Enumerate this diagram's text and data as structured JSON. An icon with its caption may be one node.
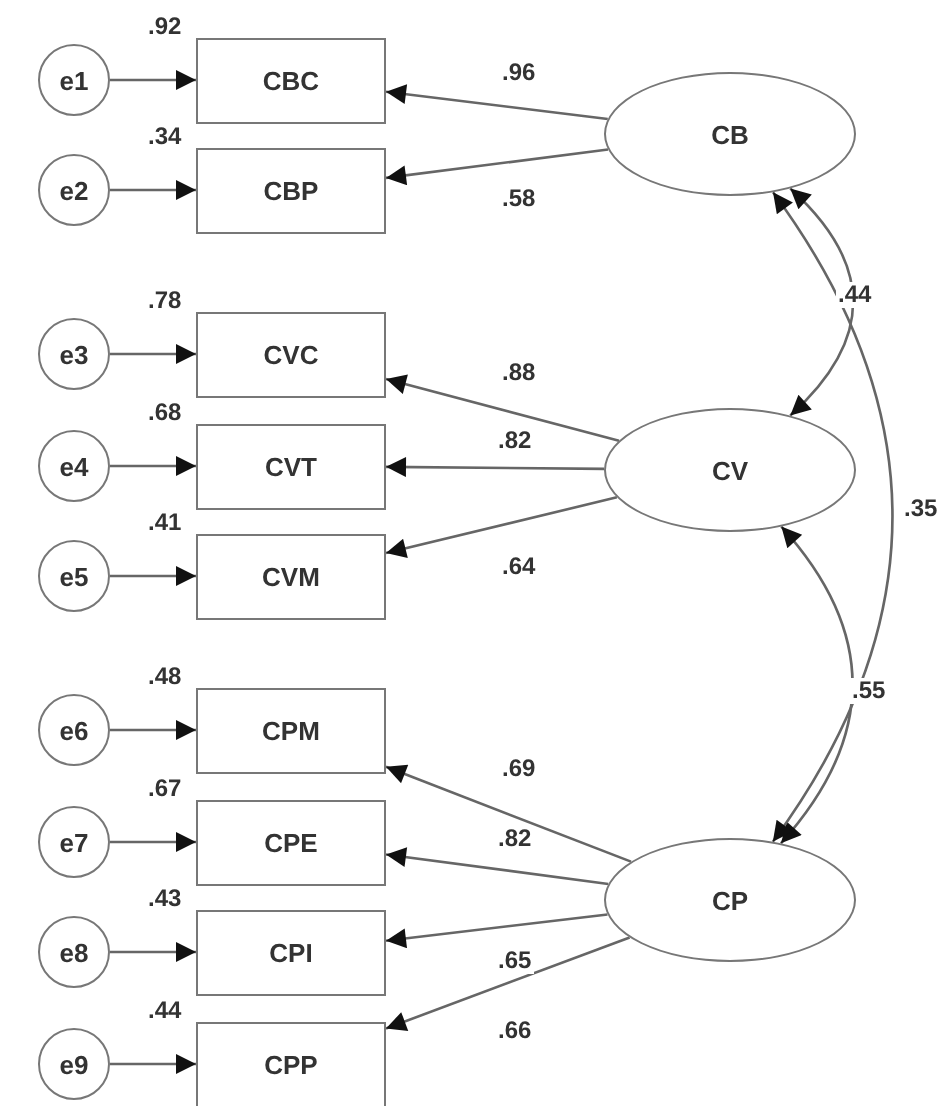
{
  "diagram": {
    "nodes": [
      {
        "text": [
          "e1"
        ]
      },
      {
        "text": [
          "e2"
        ]
      },
      {
        "text": [
          "e3"
        ]
      },
      {
        "text": [
          "e4"
        ]
      },
      {
        "text": [
          "e5"
        ]
      },
      {
        "text": [
          "e6"
        ]
      },
      {
        "text": [
          "e7"
        ]
      },
      {
        "text": [
          "e8"
        ]
      },
      {
        "text": [
          "e9"
        ]
      },
      {
        "text": [
          "CBC"
        ],
        "beside": [
          ".92"
        ]
      },
      {
        "text": [
          "CBP"
        ],
        "beside": [
          ".34"
        ]
      },
      {
        "text": [
          "CVC"
        ],
        "beside": [
          ".78"
        ]
      },
      {
        "text": [
          "CVT"
        ],
        "beside": [
          ".68"
        ]
      },
      {
        "text": [
          "CVM"
        ],
        "beside": [
          ".41"
        ]
      },
      {
        "text": [
          "CPM"
        ],
        "beside": [
          ".48"
        ]
      },
      {
        "text": [
          "CPE"
        ],
        "beside": [
          ".67"
        ]
      },
      {
        "text": [
          "CPI"
        ],
        "beside": [
          ".43"
        ]
      },
      {
        "text": [
          "CPP"
        ],
        "beside": [
          ".44"
        ]
      },
      {
        "text": [
          "CB"
        ]
      },
      {
        "text": [
          "CV"
        ]
      },
      {
        "text": [
          "CP"
        ]
      }
    ],
    "edges": [
      {
        "from": 0,
        "to": 9,
        "arrow": "to"
      },
      {
        "from": 1,
        "to": 10,
        "arrow": "to"
      },
      {
        "from": 2,
        "to": 11,
        "arrow": "to"
      },
      {
        "from": 3,
        "to": 12,
        "arrow": "to"
      },
      {
        "from": 4,
        "to": 13,
        "arrow": "to"
      },
      {
        "from": 5,
        "to": 14,
        "arrow": "to"
      },
      {
        "from": 6,
        "to": 15,
        "arrow": "to"
      },
      {
        "from": 7,
        "to": 16,
        "arrow": "to"
      },
      {
        "from": 8,
        "to": 17,
        "arrow": "to"
      },
      {
        "from": 18,
        "to": 9,
        "arrow": "to",
        "label": ".96"
      },
      {
        "from": 18,
        "to": 10,
        "arrow": "to",
        "label": ".58"
      },
      {
        "from": 19,
        "to": 11,
        "arrow": "to",
        "label": ".88"
      },
      {
        "from": 19,
        "to": 12,
        "arrow": "to",
        "label": ".82"
      },
      {
        "from": 19,
        "to": 13,
        "arrow": "to",
        "label": ".64"
      },
      {
        "from": 20,
        "to": 14,
        "arrow": "to",
        "label": ".69"
      },
      {
        "from": 20,
        "to": 15,
        "arrow": "to",
        "label": ".82"
      },
      {
        "from": 20,
        "to": 16,
        "arrow": "to",
        "label": ".65"
      },
      {
        "from": 20,
        "to": 17,
        "arrow": "to",
        "label": ".66"
      },
      {
        "from": 18,
        "to": 19,
        "arrow": "both",
        "label": ".44"
      },
      {
        "from": 19,
        "to": 20,
        "arrow": "both",
        "label": ".55"
      },
      {
        "from": 18,
        "to": 20,
        "arrow": "both",
        "label": ".35"
      }
    ]
  }
}
